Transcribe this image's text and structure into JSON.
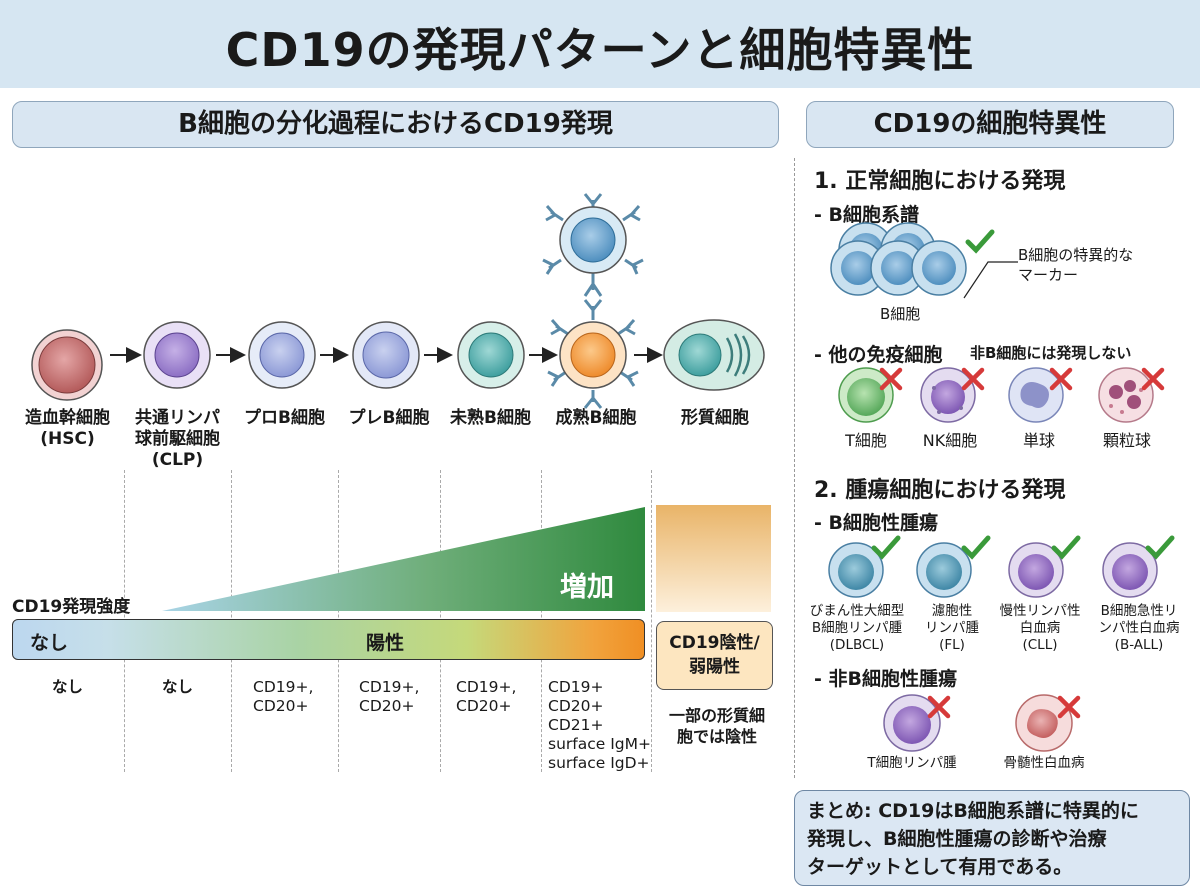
{
  "title": "CD19の発現パターンと細胞特異性",
  "left_panel": {
    "header": "B細胞の分化過程におけるCD19発現",
    "stages": [
      {
        "label": "造血幹細胞\n(HSC)",
        "marker": "なし"
      },
      {
        "label": "共通リンパ\n球前駆細胞\n(CLP)",
        "marker": "なし"
      },
      {
        "label": "プロB細胞",
        "marker": "CD19+,\nCD20+"
      },
      {
        "label": "プレB細胞",
        "marker": "CD19+,\nCD20+"
      },
      {
        "label": "未熟B細胞",
        "marker": "CD19+,\nCD20+"
      },
      {
        "label": "成熟B細胞",
        "marker": "CD19+\nCD20+\nCD21+\nsurface IgM+\nsurface IgD+"
      },
      {
        "label": "形質細胞",
        "marker": "一部の形質細\n胞では陰性"
      }
    ],
    "expression_label": "CD19発現強度",
    "increase_label": "増加",
    "bar_none": "なし",
    "bar_positive": "陽性",
    "negative_box": "CD19陰性/\n弱陽性"
  },
  "right_panel": {
    "header": "CD19の細胞特異性",
    "section1": "1. 正常細胞における発現",
    "b_lineage_title": "- B細胞系譜",
    "b_cell_label": "B細胞",
    "b_specific_note": "B細胞の特異的な\nマーカー",
    "other_immune_title": "- 他の免疫細胞",
    "other_immune_note": "非B細胞には発現しない",
    "other_cells": [
      "T細胞",
      "NK細胞",
      "単球",
      "顆粒球"
    ],
    "section2": "2. 腫瘍細胞における発現",
    "b_tumor_title": "- B細胞性腫瘍",
    "b_tumors": [
      "びまん性大細型\nB細胞リンパ腫\n(DLBCL)",
      "濾胞性\nリンパ腫\n(FL)",
      "慢性リンパ性\n白血病\n(CLL)",
      "B細胞急性リ\nンパ性白血病\n(B-ALL)"
    ],
    "non_b_tumor_title": "- 非B細胞性腫瘍",
    "non_b_tumors": [
      "T細胞リンパ腫",
      "骨髄性白血病"
    ],
    "summary": "まとめ: CD19はB細胞系譜に特異的に\n発現し、B細胞性腫瘍の診断や治療\nターゲットとして有用である。"
  },
  "colors": {
    "header_bg": "#d6e6f2",
    "check": "#3a9a3a",
    "cross": "#d63a3a",
    "increase_green": "#2f8a3e",
    "negative_box": "#fde6c0"
  }
}
